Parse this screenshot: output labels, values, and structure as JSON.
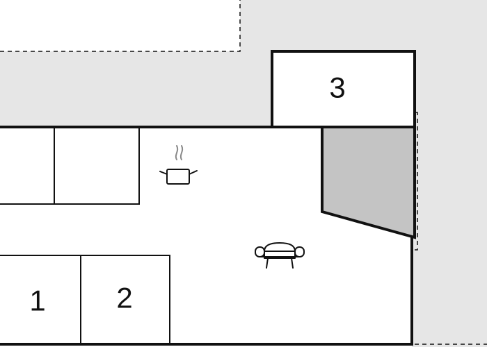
{
  "floorplan": {
    "colors": {
      "outside_area": "#e6e6e6",
      "shaded_room": "#c4c4c4",
      "room": "#ffffff",
      "wall": "#111111"
    },
    "rooms": [
      {
        "id": "room-1",
        "label": "1"
      },
      {
        "id": "room-2",
        "label": "2"
      },
      {
        "id": "room-3",
        "label": "3"
      }
    ],
    "icons": {
      "kitchen": "cooking-pot-icon",
      "living": "sofa-icon"
    }
  }
}
